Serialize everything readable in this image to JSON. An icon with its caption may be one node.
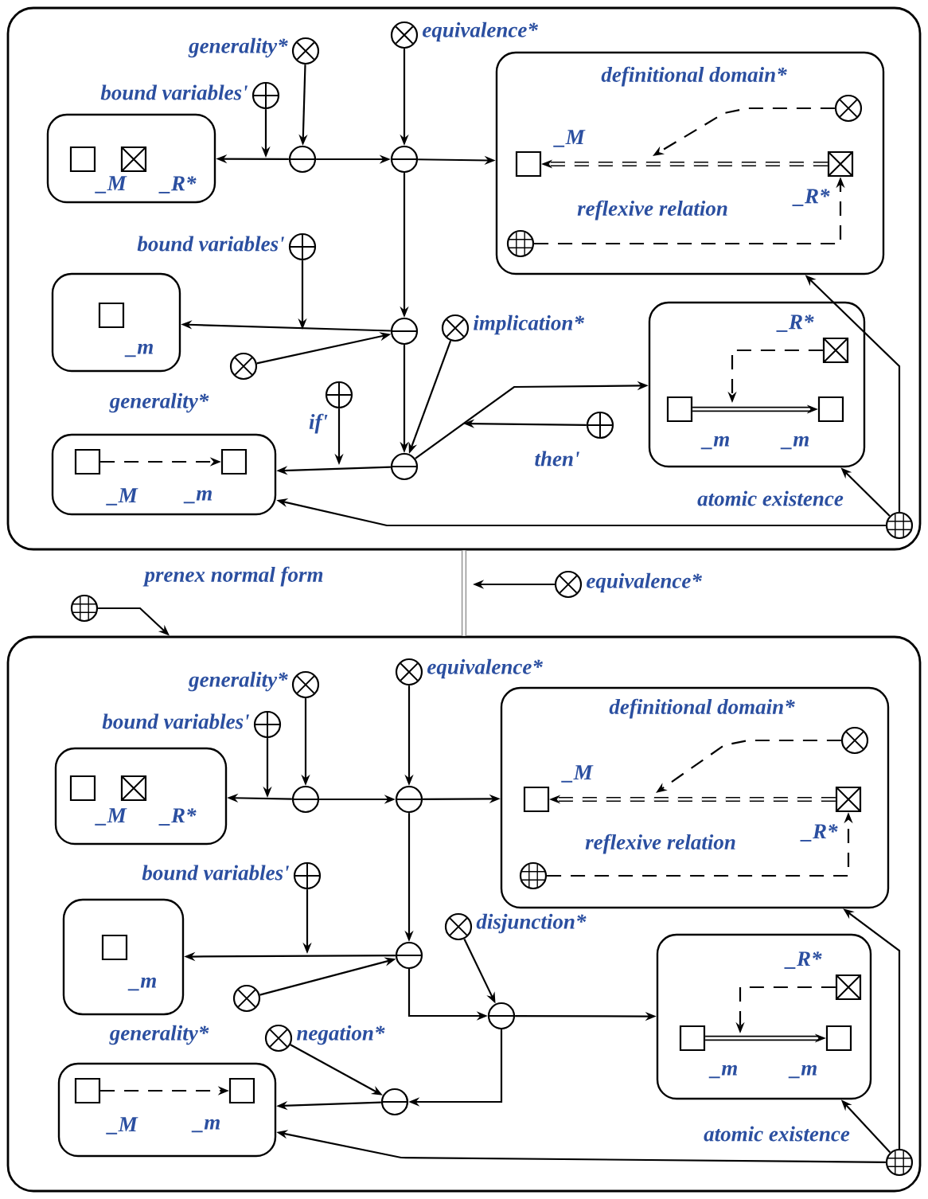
{
  "diagram": {
    "nodes": [
      {
        "text": [],
        "shape": "box"
      },
      {
        "text": [
          "generality*"
        ],
        "in": 0
      },
      {
        "text": [
          "bound variables'"
        ],
        "in": 0
      },
      {
        "text": [
          "equivalence*"
        ],
        "in": 0
      },
      {
        "text": [],
        "shape": "box",
        "in": 0
      },
      {
        "text": [
          "_M"
        ],
        "in": 4
      },
      {
        "text": [
          "_R*"
        ],
        "in": 4
      },
      {
        "text": [],
        "shape": "circle",
        "in": 0
      },
      {
        "text": [],
        "shape": "circle",
        "in": 0
      },
      {
        "text": [],
        "shape": "box",
        "in": 0
      },
      {
        "text": [
          "definitional domain*"
        ],
        "in": 9
      },
      {
        "text": [
          "_M"
        ],
        "in": 9
      },
      {
        "text": [
          "_R*"
        ],
        "in": 9
      },
      {
        "text": [
          "reflexive relation"
        ],
        "in": 9
      },
      {
        "text": [],
        "shape": "box",
        "in": 0
      },
      {
        "text": [
          "_m"
        ],
        "in": 14
      },
      {
        "text": [
          "bound variables'"
        ],
        "in": 0
      },
      {
        "text": [],
        "shape": "circle",
        "in": 0
      },
      {
        "text": [
          "generality*"
        ],
        "in": 0
      },
      {
        "text": [
          "implication*"
        ],
        "in": 0
      },
      {
        "text": [
          "if'"
        ],
        "in": 0
      },
      {
        "text": [],
        "shape": "box",
        "in": 0
      },
      {
        "text": [
          "_R*"
        ],
        "in": 21
      },
      {
        "text": [
          "_m"
        ],
        "in": 21
      },
      {
        "text": [
          "_m"
        ],
        "in": 21
      },
      {
        "text": [
          "then'"
        ],
        "in": 0
      },
      {
        "text": [],
        "shape": "circle",
        "in": 0
      },
      {
        "text": [],
        "shape": "box",
        "in": 0
      },
      {
        "text": [
          "_M"
        ],
        "in": 27
      },
      {
        "text": [
          "_m"
        ],
        "in": 27
      },
      {
        "text": [
          "atomic existence"
        ],
        "in": 0
      },
      {
        "text": [
          "prenex normal form"
        ]
      },
      {
        "text": [
          "equivalence*"
        ]
      },
      {
        "text": [],
        "shape": "box"
      },
      {
        "text": [
          "generality*"
        ],
        "in": 33
      },
      {
        "text": [
          "bound variables'"
        ],
        "in": 33
      },
      {
        "text": [
          "equivalence*"
        ],
        "in": 33
      },
      {
        "text": [],
        "shape": "box",
        "in": 33
      },
      {
        "text": [
          "_M"
        ],
        "in": 37
      },
      {
        "text": [
          "_R*"
        ],
        "in": 37
      },
      {
        "text": [],
        "shape": "circle",
        "in": 33
      },
      {
        "text": [],
        "shape": "circle",
        "in": 33
      },
      {
        "text": [],
        "shape": "box",
        "in": 33
      },
      {
        "text": [
          "definitional domain*"
        ],
        "in": 42
      },
      {
        "text": [
          "_M"
        ],
        "in": 42
      },
      {
        "text": [
          "_R*"
        ],
        "in": 42
      },
      {
        "text": [
          "reflexive relation"
        ],
        "in": 42
      },
      {
        "text": [],
        "shape": "box",
        "in": 33
      },
      {
        "text": [
          "_m"
        ],
        "in": 47
      },
      {
        "text": [
          "bound variables'"
        ],
        "in": 33
      },
      {
        "text": [],
        "shape": "circle",
        "in": 33
      },
      {
        "text": [
          "disjunction*"
        ],
        "in": 33
      },
      {
        "text": [
          "generality*"
        ],
        "in": 33
      },
      {
        "text": [],
        "shape": "circle",
        "in": 33
      },
      {
        "text": [],
        "shape": "box",
        "in": 33
      },
      {
        "text": [
          "_R*"
        ],
        "in": 54
      },
      {
        "text": [
          "_m"
        ],
        "in": 54
      },
      {
        "text": [
          "_m"
        ],
        "in": 54
      },
      {
        "text": [
          "negation*"
        ],
        "in": 33
      },
      {
        "text": [],
        "shape": "circle",
        "in": 33
      },
      {
        "text": [],
        "shape": "box",
        "in": 33
      },
      {
        "text": [
          "_M"
        ],
        "in": 60
      },
      {
        "text": [
          "_m"
        ],
        "in": 60
      },
      {
        "text": [
          "atomic existence"
        ],
        "in": 33
      }
    ],
    "edges": [
      {
        "from": 1,
        "to": 7,
        "arrow": "to"
      },
      {
        "from": 2,
        "to": null,
        "arrow": "to"
      },
      {
        "from": 3,
        "to": 8,
        "arrow": "to"
      },
      {
        "from": 7,
        "to": 4,
        "arrow": "to"
      },
      {
        "from": 7,
        "to": 8,
        "arrow": "to"
      },
      {
        "from": 8,
        "to": 9,
        "arrow": "to"
      },
      {
        "from": 8,
        "to": 17,
        "arrow": "to"
      },
      {
        "from": 17,
        "to": 14,
        "arrow": "to"
      },
      {
        "from": 16,
        "to": null,
        "arrow": "to"
      },
      {
        "from": 18,
        "to": 17,
        "arrow": "to"
      },
      {
        "from": 17,
        "to": 26,
        "arrow": "to"
      },
      {
        "from": 19,
        "to": 26,
        "arrow": "to"
      },
      {
        "from": 26,
        "to": 27,
        "arrow": "to"
      },
      {
        "from": 20,
        "to": null,
        "arrow": "to"
      },
      {
        "from": 26,
        "to": 21,
        "arrow": "to"
      },
      {
        "from": 25,
        "to": null,
        "arrow": "to"
      },
      {
        "from": 30,
        "to": 21,
        "arrow": "to"
      },
      {
        "from": 30,
        "to": 9,
        "arrow": "to"
      },
      {
        "from": 30,
        "to": 27,
        "arrow": "to"
      },
      {
        "from": 12,
        "to": 11,
        "arrow": "to",
        "style": "dashed"
      },
      {
        "from": 10,
        "to": null,
        "arrow": "to",
        "style": "dashed"
      },
      {
        "from": 13,
        "to": 12,
        "arrow": "to",
        "style": "dashed"
      },
      {
        "from": 23,
        "to": 24,
        "arrow": "to",
        "style": "thick"
      },
      {
        "from": 22,
        "to": null,
        "arrow": "to",
        "style": "dashed"
      },
      {
        "from": 28,
        "to": 29,
        "arrow": "to",
        "style": "dashed"
      },
      {
        "from": 31,
        "to": 33,
        "arrow": "to"
      },
      {
        "from": 0,
        "to": 33,
        "arrow": "none",
        "style": "thick",
        "color": "#999999"
      },
      {
        "from": 32,
        "to": null,
        "arrow": "to"
      },
      {
        "from": 34,
        "to": 40,
        "arrow": "to"
      },
      {
        "from": 35,
        "to": null,
        "arrow": "to"
      },
      {
        "from": 36,
        "to": 41,
        "arrow": "to"
      },
      {
        "from": 40,
        "to": 37,
        "arrow": "to"
      },
      {
        "from": 40,
        "to": 41,
        "arrow": "to"
      },
      {
        "from": 41,
        "to": 42,
        "arrow": "to"
      },
      {
        "from": 41,
        "to": 50,
        "arrow": "to"
      },
      {
        "from": 50,
        "to": 47,
        "arrow": "to"
      },
      {
        "from": 49,
        "to": null,
        "arrow": "to"
      },
      {
        "from": 52,
        "to": 50,
        "arrow": "to"
      },
      {
        "from": 50,
        "to": 53,
        "arrow": "to"
      },
      {
        "from": 51,
        "to": 53,
        "arrow": "to"
      },
      {
        "from": 53,
        "to": 54,
        "arrow": "to"
      },
      {
        "from": 53,
        "to": 59,
        "arrow": "to"
      },
      {
        "from": 58,
        "to": 59,
        "arrow": "to"
      },
      {
        "from": 59,
        "to": 60,
        "arrow": "to"
      },
      {
        "from": 63,
        "to": 54,
        "arrow": "to"
      },
      {
        "from": 63,
        "to": 42,
        "arrow": "to"
      },
      {
        "from": 63,
        "to": 60,
        "arrow": "to"
      },
      {
        "from": 45,
        "to": 44,
        "arrow": "to",
        "style": "dashed"
      },
      {
        "from": 43,
        "to": null,
        "arrow": "to",
        "style": "dashed"
      },
      {
        "from": 46,
        "to": 45,
        "arrow": "to",
        "style": "dashed"
      },
      {
        "from": 56,
        "to": 57,
        "arrow": "to",
        "style": "thick"
      },
      {
        "from": 55,
        "to": null,
        "arrow": "to",
        "style": "dashed"
      },
      {
        "from": 61,
        "to": 62,
        "arrow": "to",
        "style": "dashed"
      }
    ]
  }
}
